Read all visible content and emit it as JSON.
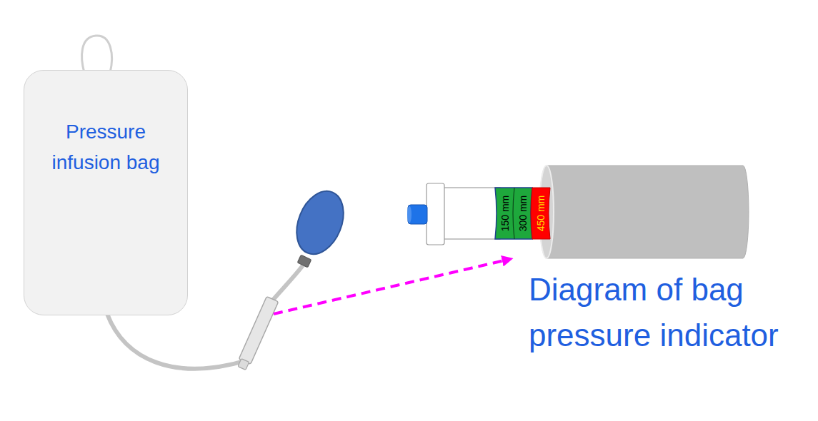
{
  "diagram": {
    "nodes": [
      {
        "text": [
          "Pressure infusion bag"
        ]
      }
    ],
    "labels": [
      "150 mm",
      "300 mm",
      "450 mm",
      "Diagram of bag pressure indicator"
    ]
  }
}
